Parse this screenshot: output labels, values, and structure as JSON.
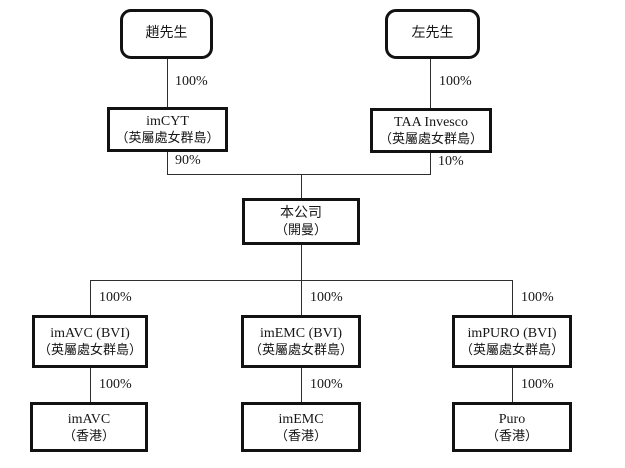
{
  "diagram_type": "corporate-structure-chart",
  "colors": {
    "background": "#ffffff",
    "border": "#121212",
    "line": "#2e2e2e",
    "text": "#161616"
  },
  "nodes": {
    "zhao": {
      "label": "趙先生"
    },
    "zuo": {
      "label": "左先生"
    },
    "imcyt": {
      "name": "imCYT",
      "place": "（英屬處女群島）"
    },
    "taa": {
      "name": "TAA Invesco",
      "place": "（英屬處女群島）"
    },
    "company": {
      "name": "本公司",
      "place": "（開曼）"
    },
    "imavc_bvi": {
      "name": "imAVC (BVI)",
      "place": "（英屬處女群島）"
    },
    "imemc_bvi": {
      "name": "imEMC (BVI)",
      "place": "（英屬處女群島）"
    },
    "impuro_bvi": {
      "name": "imPURO (BVI)",
      "place": "（英屬處女群島）"
    },
    "imavc_hk": {
      "name": "imAVC",
      "place": "（香港）"
    },
    "imemc_hk": {
      "name": "imEMC",
      "place": "（香港）"
    },
    "puro_hk": {
      "name": "Puro",
      "place": "（香港）"
    }
  },
  "edges": {
    "zhao_to_imcyt": "100%",
    "zuo_to_taa": "100%",
    "imcyt_to_company": "90%",
    "taa_to_company": "10%",
    "company_to_imavc_bvi": "100%",
    "company_to_imemc_bvi": "100%",
    "company_to_impuro_bvi": "100%",
    "imavc_bvi_to_imavc_hk": "100%",
    "imemc_bvi_to_imemc_hk": "100%",
    "impuro_bvi_to_puro_hk": "100%"
  }
}
